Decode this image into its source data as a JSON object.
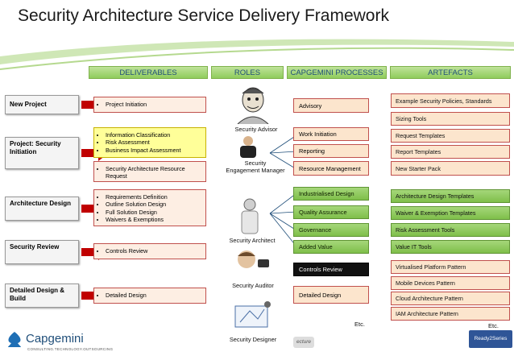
{
  "title": "Security Architecture Service Delivery Framework",
  "headers": {
    "deliverables": "DELIVERABLES",
    "roles": "ROLES",
    "processes": "CAPGEMINI PROCESSES",
    "artefacts": "ARTEFACTS"
  },
  "phases": [
    {
      "label": "New Project"
    },
    {
      "label": "Project: Security Initiation"
    },
    {
      "label": "Architecture Design"
    },
    {
      "label": "Security Review"
    },
    {
      "label": "Detailed Design & Build"
    }
  ],
  "deliverables": {
    "new_project": [
      "Project Initiation"
    ],
    "initiation_a": [
      "Information Classification",
      "Risk Assessment",
      "Business Impact Assessment"
    ],
    "initiation_b": [
      "Security Architecture Resource Request"
    ],
    "architecture": [
      "Requirements Definition",
      "Outline Solution Design",
      "Full Solution Design",
      "Waivers & Exemptions"
    ],
    "review": [
      "Controls Review"
    ],
    "detailed": [
      "Detailed Design"
    ]
  },
  "roles": {
    "advisor": "Security Advisor",
    "engagement": "Security Engagement Manager",
    "architect": "Security Architect",
    "auditor": "Security Auditor",
    "designer": "Security Designer"
  },
  "processes": {
    "advisory": "Advisory",
    "work_initiation": "Work Initiation",
    "reporting": "Reporting",
    "resource_management": "Resource Management",
    "industrialised_design": "Industrialised Design",
    "quality_assurance": "Quality Assurance",
    "governance": "Governance",
    "added_value": "Added Value",
    "controls_review": "Controls Review",
    "detailed_design": "Detailed Design",
    "etc": "Etc."
  },
  "artefacts": {
    "example_policies": "Example Security Policies, Standards",
    "sizing_tools": "Sizing Tools",
    "request_templates": "Request Templates",
    "report_templates": "Report Templates",
    "new_starter_pack": "New Starter Pack",
    "architecture_design_templates": "Architecture Design Templates",
    "waiver_templates": "Waiver & Exemption Templates",
    "risk_tools": "Risk Assessment Tools",
    "value_it_tools": "Value IT Tools",
    "virtualised_pattern": "Virtualised Platform Pattern",
    "mobile_pattern": "Mobile Devices Pattern",
    "cloud_pattern": "Cloud Architecture Pattern",
    "iam_pattern": "IAM Architecture Pattern",
    "etc": "Etc."
  },
  "footer": {
    "logo": "Capgemini",
    "tagline": "CONSULTING.TECHNOLOGY.OUTSOURCING",
    "center_logo": "ecture",
    "right_badge": "Ready2Series"
  },
  "colors": {
    "header_green": "#8fcc5c",
    "process_green": "#7fbf4a",
    "orange_fill": "#fce5cd",
    "orange_border": "#c0504d",
    "highlight_yellow": "#ffff99",
    "header_text": "#1f4e79"
  }
}
